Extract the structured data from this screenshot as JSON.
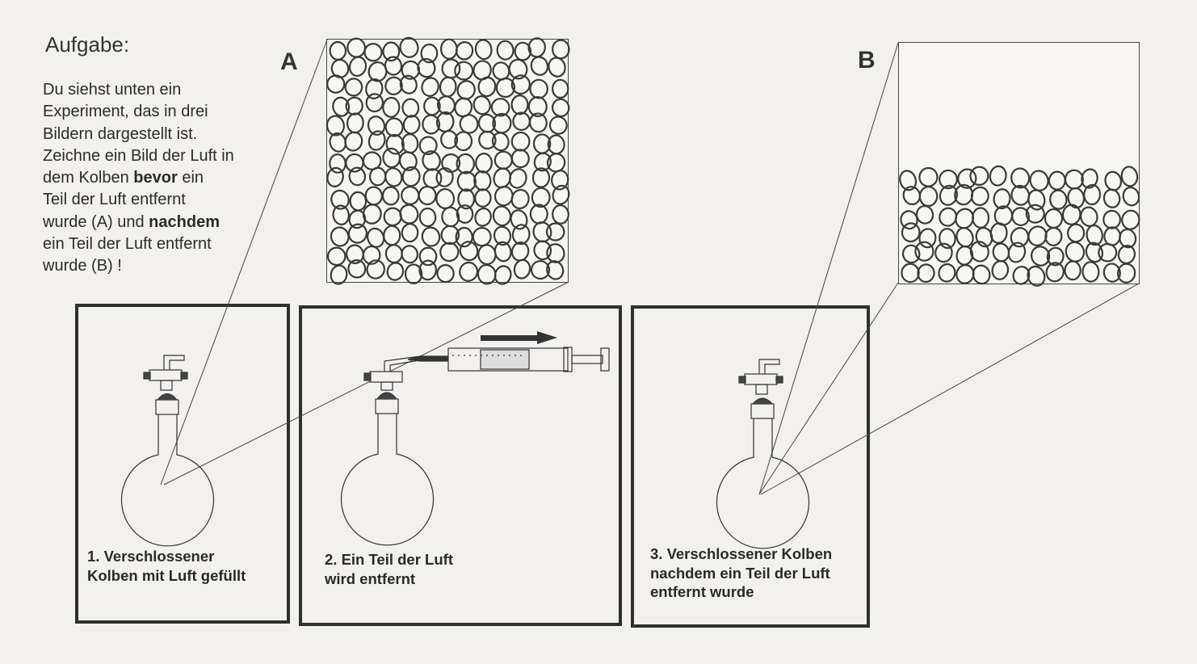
{
  "task": {
    "title": "Aufgabe:",
    "lines": [
      "Du siehst unten ein",
      "Experiment, das in drei",
      "Bildern dargestellt ist.",
      "Zeichne ein Bild der Luft in",
      "dem Kolben ",
      "bevor",
      " ein",
      "Teil der Luft entfernt",
      "wurde (A) und ",
      "nachdem",
      "ein Teil der Luft entfernt",
      "wurde (B) !"
    ]
  },
  "panels": {
    "a_label": "A",
    "b_label": "B"
  },
  "captions": {
    "step1_line1": "1. Verschlossener",
    "step1_line2": "Kolben mit Luft gefüllt",
    "step2_line1": "2. Ein Teil der Luft",
    "step2_line2": "wird entfernt",
    "step3_line1": "3.  Verschlossener Kolben",
    "step3_line2": "nachdem ein Teil der Luft",
    "step3_line3": "entfernt wurde"
  },
  "colors": {
    "ink": "#333333",
    "paper": "#f3f1ee",
    "frame": "#2f2f2f"
  }
}
